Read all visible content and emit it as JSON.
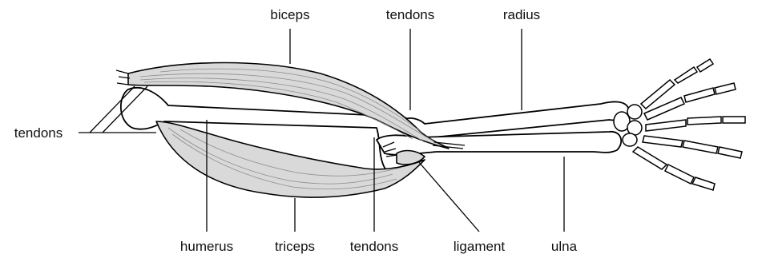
{
  "labels": {
    "biceps": "biceps",
    "tendons_top": "tendons",
    "radius": "radius",
    "tendons_left": "tendons",
    "humerus": "humerus",
    "triceps": "triceps",
    "tendons_bottom": "tendons",
    "ligament": "ligament",
    "ulna": "ulna"
  },
  "colors": {
    "muscle_fill": "#d9d9d9",
    "outline": "#000000",
    "background": "#ffffff"
  }
}
